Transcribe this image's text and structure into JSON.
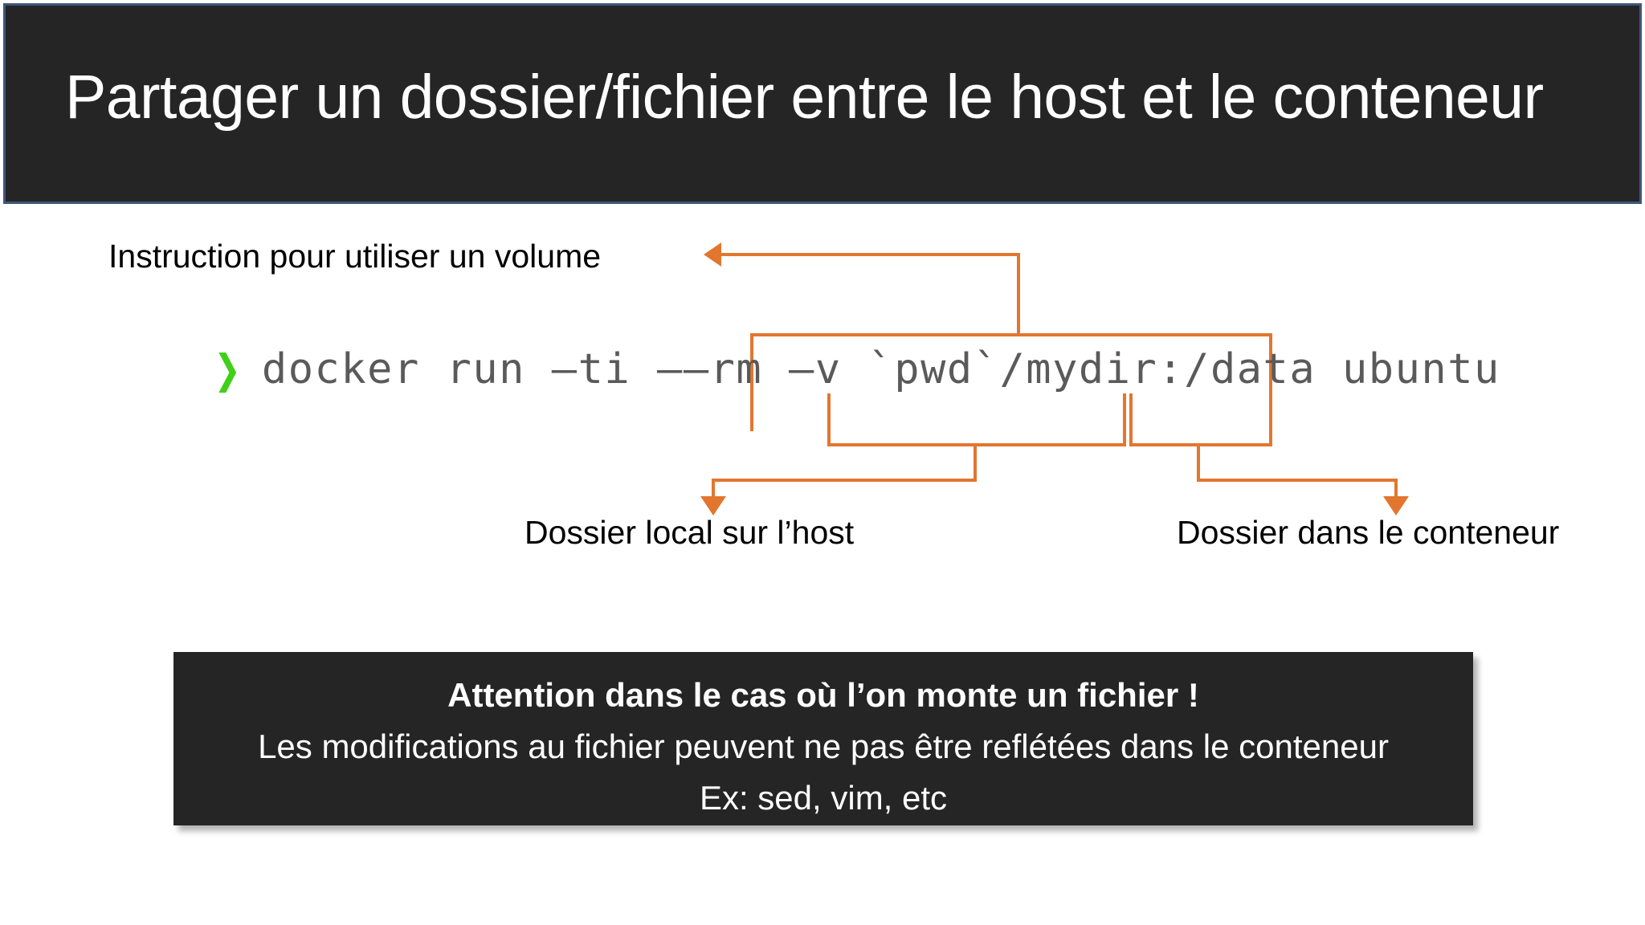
{
  "slide": {
    "title": "Partager un dossier/fichier entre le host et le conteneur",
    "title_bar_bg": "#252526",
    "title_bar_border": "#41567C",
    "accent_orange": "#E2762F",
    "prompt_green": "#3FD017",
    "code_gray": "#5A5A5A",
    "background": "#FFFFFF"
  },
  "command": {
    "prompt_glyph": "❯",
    "prompt_icon_name": "chevron-right-prompt-icon",
    "text": "docker run –ti ––rm –v `pwd`/mydir:/data ubuntu",
    "segments": {
      "program": "docker run",
      "flag_ti": "–ti",
      "flag_rm": "––rm",
      "flag_volume": "–v",
      "host_path": "`pwd`/mydir",
      "separator": ":",
      "container_path": "/data",
      "image": "ubuntu"
    }
  },
  "annotations": {
    "instruction": "Instruction pour utiliser un volume",
    "host_folder": "Dossier local sur l’host",
    "container_folder": "Dossier dans le conteneur"
  },
  "warning": {
    "line1": "Attention dans le cas où l’on monte un fichier !",
    "line2": "Les modifications au fichier peuvent ne pas être reflétées dans le conteneur",
    "line3": "Ex: sed, vim, etc",
    "bg": "#252526"
  }
}
